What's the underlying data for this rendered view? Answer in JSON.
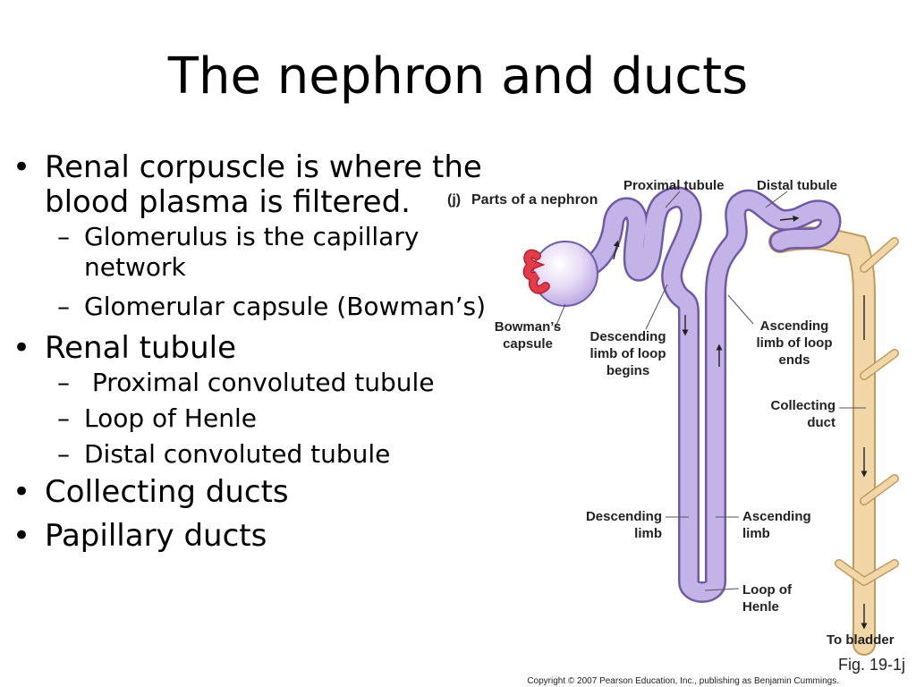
{
  "title": "The nephron and ducts",
  "bullets": [
    {
      "text": "Renal corpuscle is where the blood plasma is filtered.",
      "sub": [
        {
          "dash": "–",
          "text": "Glomerulus is the capillary network"
        },
        {
          "dash": "–",
          "text": "Glomerular capsule (Bowman’s)"
        }
      ]
    },
    {
      "text": "Renal tubule",
      "sub": [
        {
          "dash": "–",
          "text": " Proximal convoluted tubule"
        },
        {
          "dash": "–",
          "text": "Loop of Henle"
        },
        {
          "dash": "–",
          "text": "Distal convoluted tubule"
        }
      ]
    },
    {
      "text": "Collecting ducts"
    },
    {
      "text": "Papillary ducts"
    }
  ],
  "figure": {
    "part_tag": "(j)",
    "part_title": "Parts of a nephron",
    "labels": {
      "proximal_tubule": "Proximal tubule",
      "distal_tubule": "Distal tubule",
      "bowmans_1": "Bowman’s",
      "bowmans_2": "capsule",
      "desc_begins_1": "Descending",
      "desc_begins_2": "limb of loop",
      "desc_begins_3": "begins",
      "asc_ends_1": "Ascending",
      "asc_ends_2": "limb of loop",
      "asc_ends_3": "ends",
      "collecting_1": "Collecting",
      "collecting_2": "duct",
      "desc_limb_1": "Descending",
      "desc_limb_2": "limb",
      "asc_limb_1": "Ascending",
      "asc_limb_2": "limb",
      "loop_1": "Loop of",
      "loop_2": "Henle",
      "bladder": "To bladder"
    },
    "fig_number": "Fig. 19-1j",
    "copyright": "Copyright © 2007 Pearson Education, Inc., publishing as Benjamin Cummings.",
    "colors": {
      "tubule_fill": "#c3b3e6",
      "tubule_edge": "#6f5aa6",
      "duct_fill": "#f1d7a8",
      "duct_edge": "#c09a5c",
      "glomerulus": "#e23c4a",
      "leader": "#555555"
    }
  }
}
